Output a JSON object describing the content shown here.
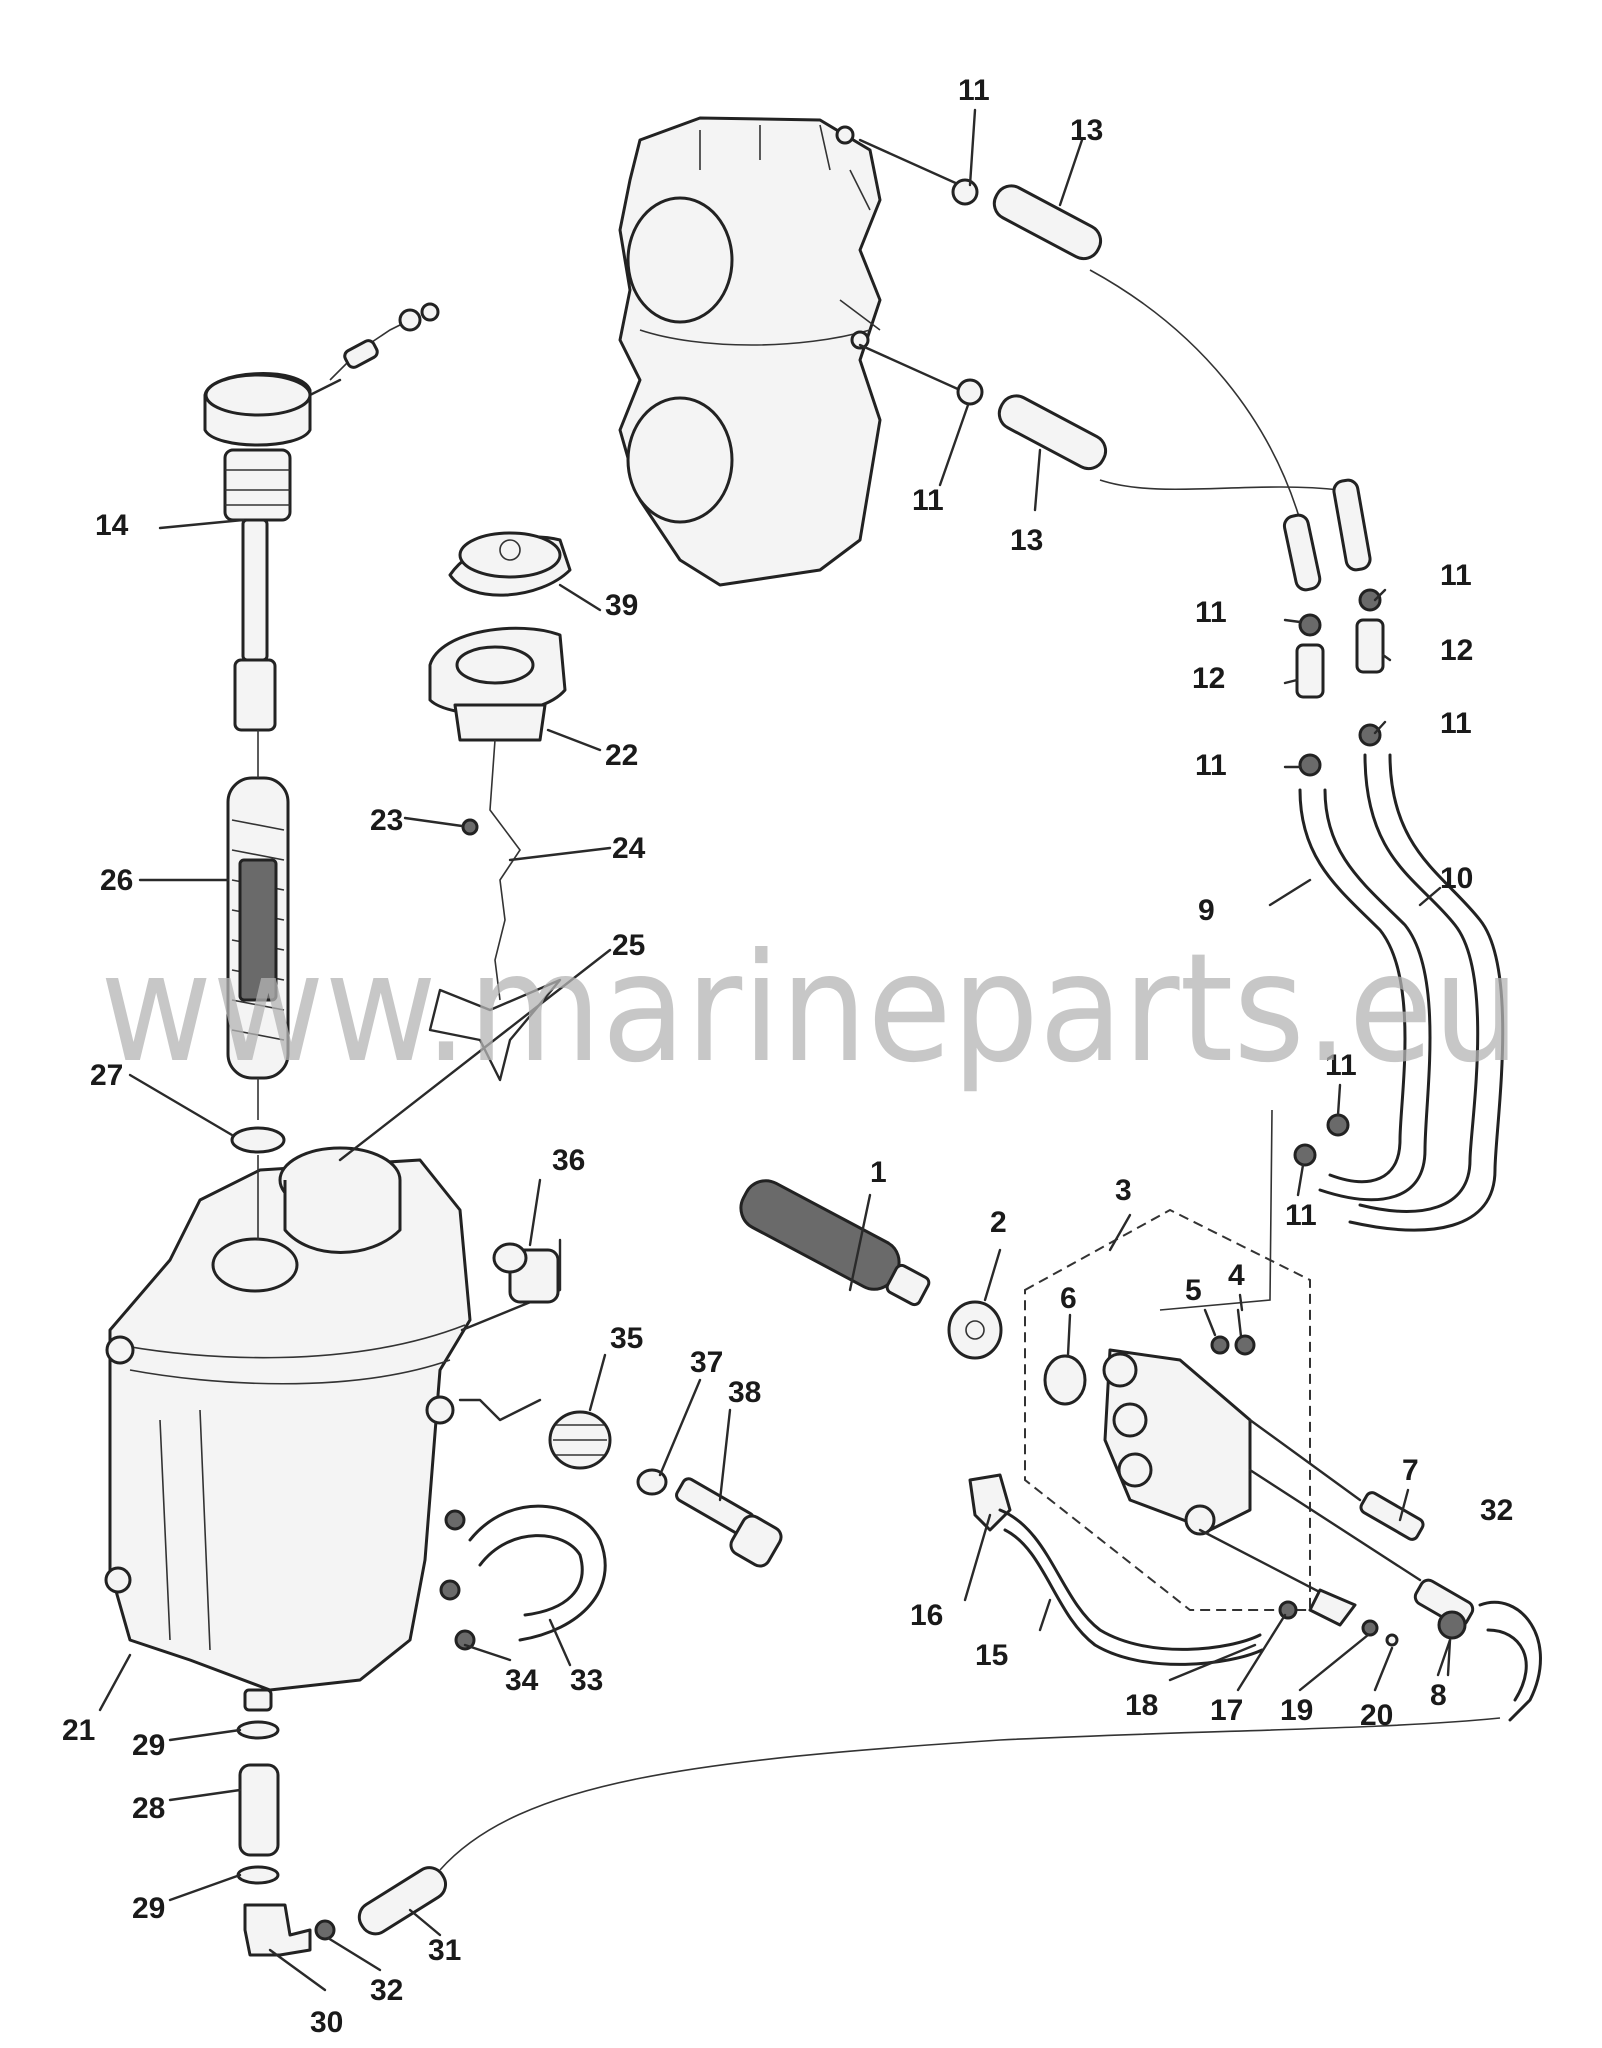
{
  "watermark": "www.marineparts.eu",
  "callouts": [
    "1",
    "2",
    "3",
    "4",
    "5",
    "6",
    "7",
    "8",
    "9",
    "10",
    "11",
    "12",
    "13",
    "14",
    "15",
    "16",
    "17",
    "18",
    "19",
    "20",
    "21",
    "22",
    "23",
    "24",
    "25",
    "26",
    "27",
    "28",
    "29",
    "30",
    "31",
    "32",
    "33",
    "34",
    "35",
    "36",
    "37",
    "38",
    "39"
  ]
}
